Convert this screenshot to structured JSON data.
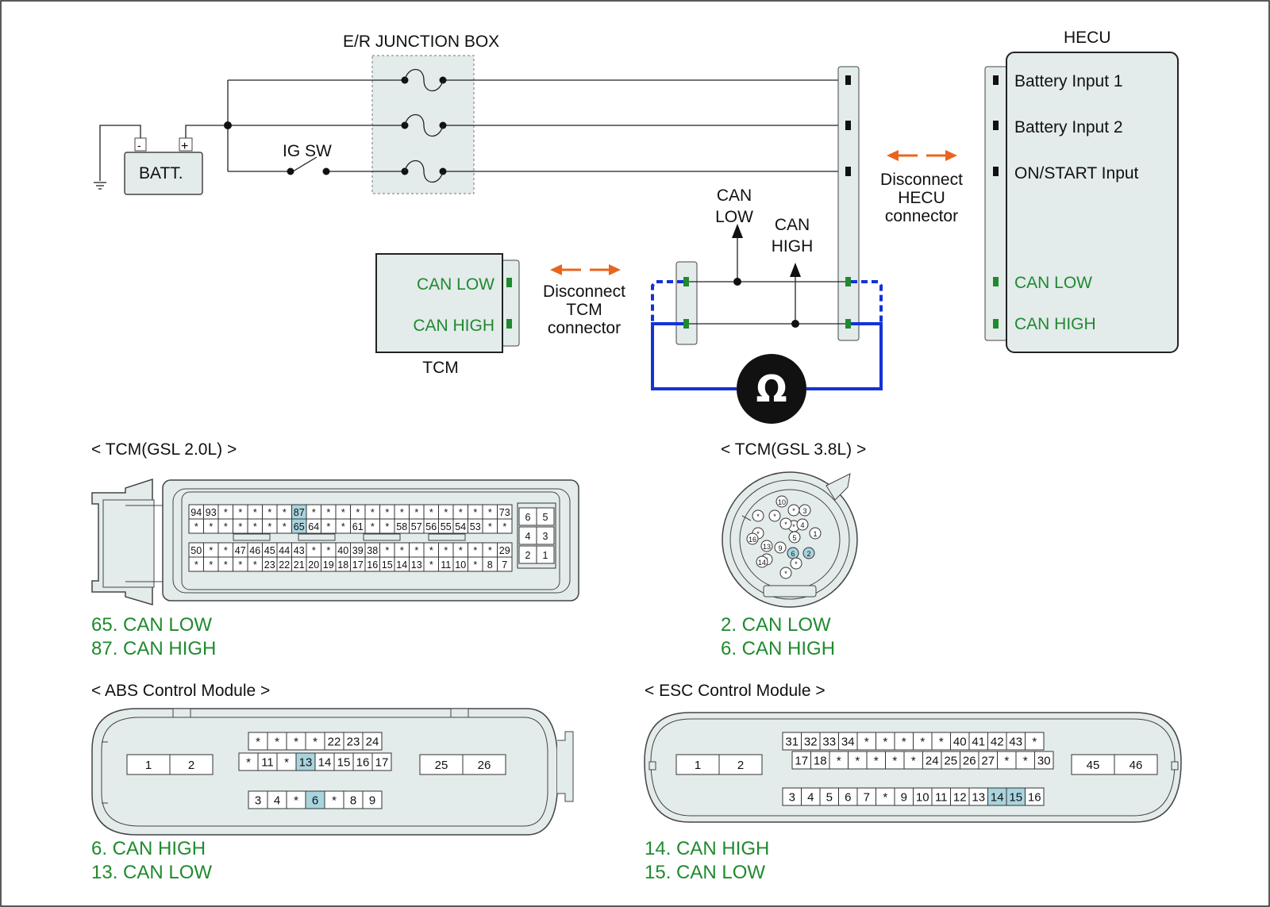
{
  "circuit": {
    "junction_box_label": "E/R JUNCTION BOX",
    "battery_label": "BATT.",
    "battery_minus": "-",
    "battery_plus": "+",
    "ig_sw_label": "IG SW",
    "hecu_title": "HECU",
    "hecu_pins": [
      "Battery Input 1",
      "Battery Input 2",
      "ON/START Input",
      "CAN LOW",
      "CAN HIGH"
    ],
    "tcm_title": "TCM",
    "tcm_pins": [
      "CAN LOW",
      "CAN HIGH"
    ],
    "disconnect_tcm": [
      "Disconnect",
      "TCM",
      "connector"
    ],
    "disconnect_hecu": [
      "Disconnect",
      "HECU",
      "connector"
    ],
    "can_low_probe": [
      "CAN",
      "LOW"
    ],
    "can_high_probe": [
      "CAN",
      "HIGH"
    ],
    "ohm_symbol": "Ω",
    "colors": {
      "can_pin": "#1f8a2e",
      "probe_wire": "#1432d6",
      "arrow": "#e8651e",
      "highlight_pin": "#a9d4de"
    }
  },
  "tcm_20": {
    "title": "< TCM(GSL 2.0L) >",
    "rows": [
      [
        "94",
        "93",
        "*",
        "*",
        "*",
        "*",
        "*",
        "87",
        "*",
        "*",
        "*",
        "*",
        "*",
        "*",
        "*",
        "*",
        "*",
        "*",
        "*",
        "*",
        "*",
        "73"
      ],
      [
        "*",
        "*",
        "*",
        "*",
        "*",
        "*",
        "*",
        "65",
        "64",
        "*",
        "*",
        "61",
        "*",
        "*",
        "58",
        "57",
        "56",
        "55",
        "54",
        "53",
        "*",
        "*"
      ],
      [
        "50",
        "*",
        "*",
        "47",
        "46",
        "45",
        "44",
        "43",
        "*",
        "*",
        "40",
        "39",
        "38",
        "*",
        "*",
        "*",
        "*",
        "*",
        "*",
        "*",
        "*",
        "29"
      ],
      [
        "*",
        "*",
        "*",
        "*",
        "*",
        "23",
        "22",
        "21",
        "20",
        "19",
        "18",
        "17",
        "16",
        "15",
        "14",
        "13",
        "*",
        "11",
        "10",
        "*",
        "8",
        "7"
      ]
    ],
    "side_pins": [
      [
        "6",
        "5"
      ],
      [
        "4",
        "3"
      ],
      [
        "2",
        "1"
      ]
    ],
    "captions": [
      "65. CAN LOW",
      "87. CAN HIGH"
    ]
  },
  "tcm_38": {
    "title": "< TCM(GSL 3.8L) >",
    "pins": [
      "10",
      "*",
      "*",
      "3",
      "*",
      "*",
      "4",
      "1",
      "*",
      "*",
      "5",
      "16",
      "13",
      "9",
      "*",
      "6",
      "2",
      "14",
      "*",
      "*"
    ],
    "captions": [
      "2. CAN LOW",
      "6. CAN HIGH"
    ]
  },
  "abs": {
    "title": "< ABS Control Module >",
    "left_pins": [
      "1",
      "2"
    ],
    "right_pins": [
      "25",
      "26"
    ],
    "row1": [
      "*",
      "*",
      "*",
      "*",
      "22",
      "23",
      "24"
    ],
    "row2": [
      "*",
      "11",
      "*",
      "13",
      "14",
      "15",
      "16",
      "17"
    ],
    "row3": [
      "3",
      "4",
      "*",
      "6",
      "*",
      "8",
      "9"
    ],
    "captions": [
      "6. CAN HIGH",
      "13. CAN LOW"
    ]
  },
  "esc": {
    "title": "< ESC Control Module >",
    "left_pins": [
      "1",
      "2"
    ],
    "right_pins": [
      "45",
      "46"
    ],
    "row1": [
      "31",
      "32",
      "33",
      "34",
      "*",
      "*",
      "*",
      "*",
      "*",
      "40",
      "41",
      "42",
      "43",
      "*"
    ],
    "row2": [
      "17",
      "18",
      "*",
      "*",
      "*",
      "*",
      "*",
      "24",
      "25",
      "26",
      "27",
      "*",
      "*",
      "30"
    ],
    "row3": [
      "3",
      "4",
      "5",
      "6",
      "7",
      "*",
      "9",
      "10",
      "11",
      "12",
      "13",
      "14",
      "15",
      "16"
    ],
    "captions": [
      "14. CAN HIGH",
      "15. CAN LOW"
    ]
  }
}
